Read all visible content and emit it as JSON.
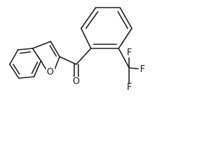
{
  "molecule": {
    "atoms": {
      "furan_oxygen": "O",
      "carbonyl_oxygen": "O",
      "fluorine_top": "F",
      "fluorine_right": "F",
      "fluorine_bottom": "F"
    }
  }
}
